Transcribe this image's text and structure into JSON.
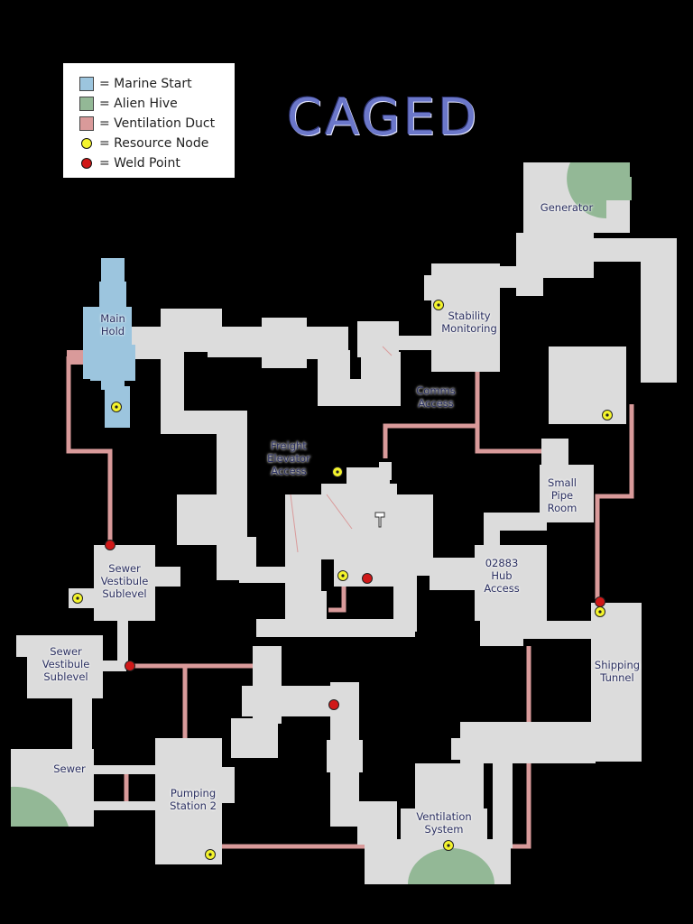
{
  "title": "CAGED",
  "legend": {
    "marine_start": "= Marine Start",
    "alien_hive": "= Alien Hive",
    "vent_duct": "= Ventilation Duct",
    "resource_node": "= Resource Node",
    "weld_point": "= Weld Point"
  },
  "colors": {
    "floor": "#dcdcdc",
    "marine": "#9cc5de",
    "hive": "#93b896",
    "duct": "#d99a9a",
    "resource": "#f4f42c",
    "weld": "#d01818",
    "label": "#2a2f60"
  },
  "rooms": {
    "generator": "Generator",
    "main_hold": "Main\nHold",
    "stability": "Stability\nMonitoring",
    "comms": "Comms\nAccess",
    "freight": "Freight\nElevator\nAccess",
    "small_pipe": "Small\nPipe\nRoom",
    "hub": "02883\nHub\nAccess",
    "sewer_vest_1": "Sewer\nVestibule\nSublevel",
    "sewer_vest_2": "Sewer\nVestibule\nSublevel",
    "shipping": "Shipping\nTunnel",
    "sewer": "Sewer",
    "pumping": "Pumping\nStation 2",
    "ventilation": "Ventilation\nSystem"
  }
}
